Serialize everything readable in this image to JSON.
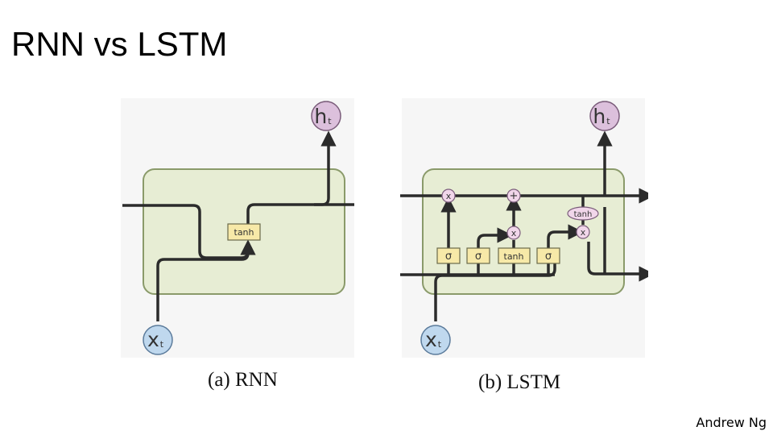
{
  "title": "RNN vs LSTM",
  "credit": "Andrew Ng",
  "rnn": {
    "caption": "(a) RNN",
    "input_main": "x",
    "input_sub": "t",
    "output_main": "h",
    "output_sub": "t",
    "activation": "tanh"
  },
  "lstm": {
    "caption": "(b) LSTM",
    "input_main": "x",
    "input_sub": "t",
    "output_main": "h",
    "output_sub": "t",
    "gate_forget": "σ",
    "gate_input": "σ",
    "candidate": "tanh",
    "gate_output": "σ",
    "multiply_symbol": "x",
    "add_symbol": "+",
    "cell_tanh": "tanh"
  },
  "colors": {
    "cell_fill": "#e7edd4",
    "cell_stroke": "#8a9a6a",
    "panel_bg": "#f6f6f6",
    "node_input": "#bfd8ee",
    "node_output": "#dcc0dc",
    "op_fill": "#f1d6ea",
    "gate_fill": "#f7e9a8",
    "line": "#2b2b2b"
  }
}
